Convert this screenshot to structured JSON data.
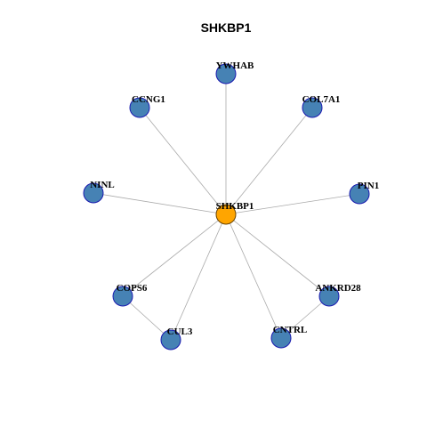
{
  "title": "SHKBP1",
  "colors": {
    "center_fill": "#FFA500",
    "center_stroke": "#6B4400",
    "node_fill": "#4682B4",
    "node_stroke": "#1A1AB0",
    "edge": "#AAAAAA"
  },
  "network": {
    "center": "SHKBP1",
    "nodes": [
      "YWHAB",
      "CCNG1",
      "COL7A1",
      "NINL",
      "PIN1",
      "COPS6",
      "ANKRD28",
      "CUL3",
      "CNTRL"
    ],
    "edges": [
      [
        "SHKBP1",
        "YWHAB"
      ],
      [
        "SHKBP1",
        "CCNG1"
      ],
      [
        "SHKBP1",
        "COL7A1"
      ],
      [
        "SHKBP1",
        "NINL"
      ],
      [
        "SHKBP1",
        "PIN1"
      ],
      [
        "SHKBP1",
        "COPS6"
      ],
      [
        "SHKBP1",
        "ANKRD28"
      ],
      [
        "SHKBP1",
        "CUL3"
      ],
      [
        "SHKBP1",
        "CNTRL"
      ],
      [
        "COPS6",
        "CUL3"
      ],
      [
        "ANKRD28",
        "CNTRL"
      ]
    ]
  }
}
